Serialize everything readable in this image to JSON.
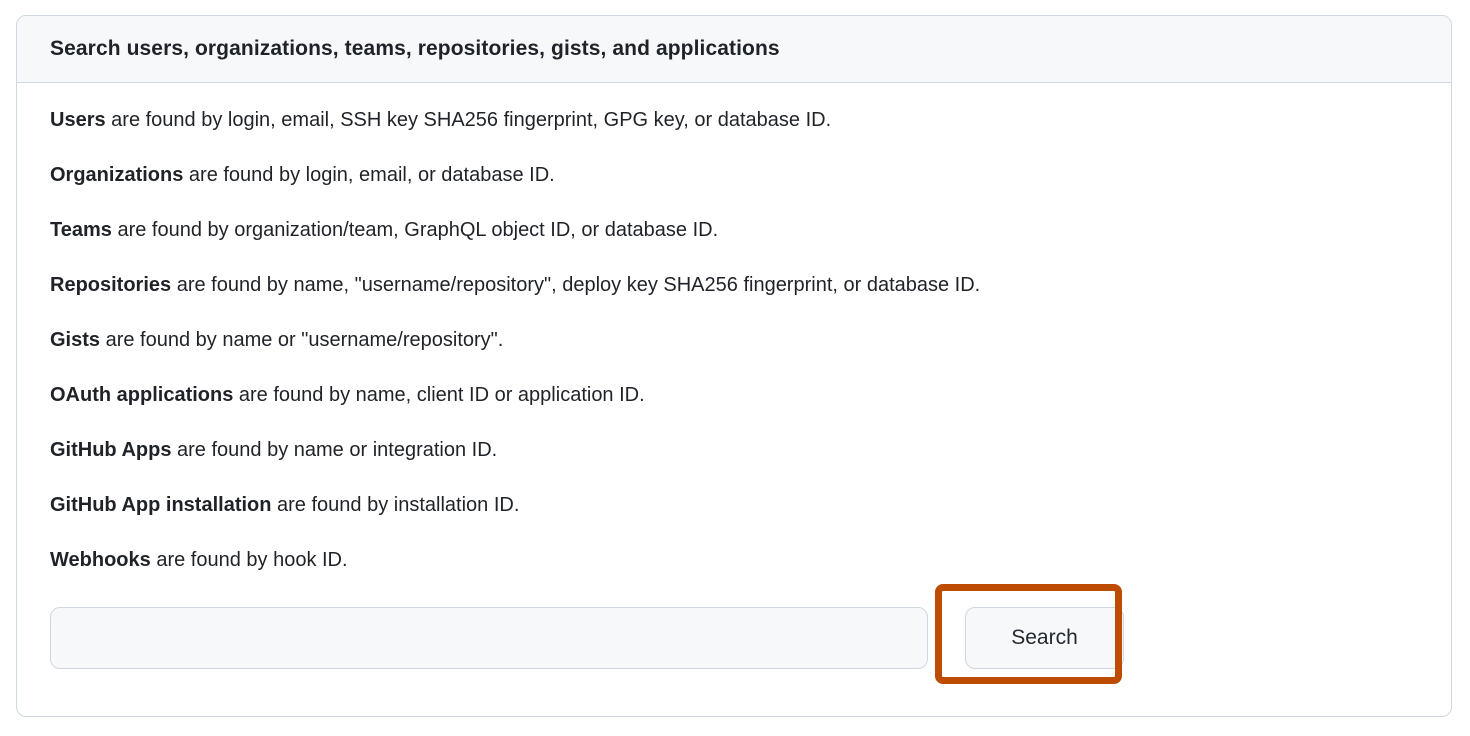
{
  "colors": {
    "card_border": "#d0d7de",
    "header_background": "#f6f8fa",
    "body_background": "#ffffff",
    "text": "#1f2328",
    "input_background": "#f6f8fa",
    "annotation_highlight": "#bd4b00"
  },
  "card": {
    "header": {
      "title": "Search users, organizations, teams, repositories, gists, and applications"
    },
    "descriptions": [
      {
        "term": "Users",
        "rest": " are found by login, email, SSH key SHA256 fingerprint, GPG key, or database ID."
      },
      {
        "term": "Organizations",
        "rest": " are found by login, email, or database ID."
      },
      {
        "term": "Teams",
        "rest": " are found by organization/team, GraphQL object ID, or database ID."
      },
      {
        "term": "Repositories",
        "rest": " are found by name, \"username/repository\", deploy key SHA256 fingerprint, or database ID."
      },
      {
        "term": "Gists",
        "rest": " are found by name or \"username/repository\"."
      },
      {
        "term": "OAuth applications",
        "rest": " are found by name, client ID or application ID."
      },
      {
        "term": "GitHub Apps",
        "rest": " are found by name or integration ID."
      },
      {
        "term": "GitHub App installation",
        "rest": " are found by installation ID."
      },
      {
        "term": "Webhooks",
        "rest": " are found by hook ID."
      }
    ],
    "form": {
      "input_value": "",
      "button_label": "Search"
    }
  }
}
